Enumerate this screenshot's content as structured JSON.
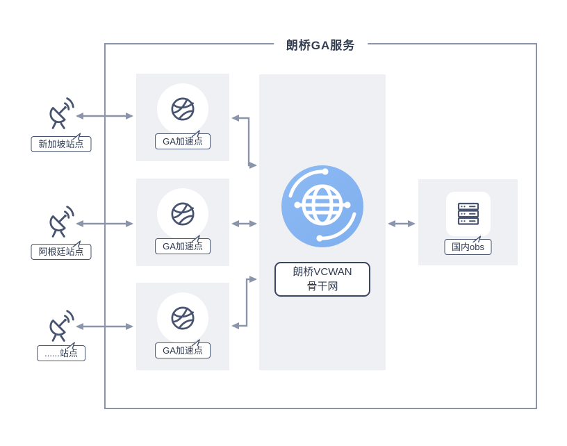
{
  "diagram": {
    "title": "朗桥GA服务",
    "sites": [
      {
        "label": "新加坡站点"
      },
      {
        "label": "阿根廷站点"
      },
      {
        "label": "......站点"
      }
    ],
    "accelerators": [
      {
        "label": "GA加速点"
      },
      {
        "label": "GA加速点"
      },
      {
        "label": "GA加速点"
      }
    ],
    "backbone": {
      "line1": "朗桥VCWAN",
      "line2": "骨干网"
    },
    "storage": {
      "label": "国内obs"
    },
    "icons": {
      "site": "satellite-dish-icon",
      "accelerator": "globe-network-icon",
      "backbone": "globe-orbit-icon",
      "storage": "server-icon"
    },
    "colors": {
      "frame_border": "#8b95a9",
      "panel_gray": "#eff0f4",
      "icon_ink": "#47536f",
      "arrow": "#8a94ab",
      "accent_blue": "#85b4f0",
      "title_ink": "#333d52"
    }
  }
}
